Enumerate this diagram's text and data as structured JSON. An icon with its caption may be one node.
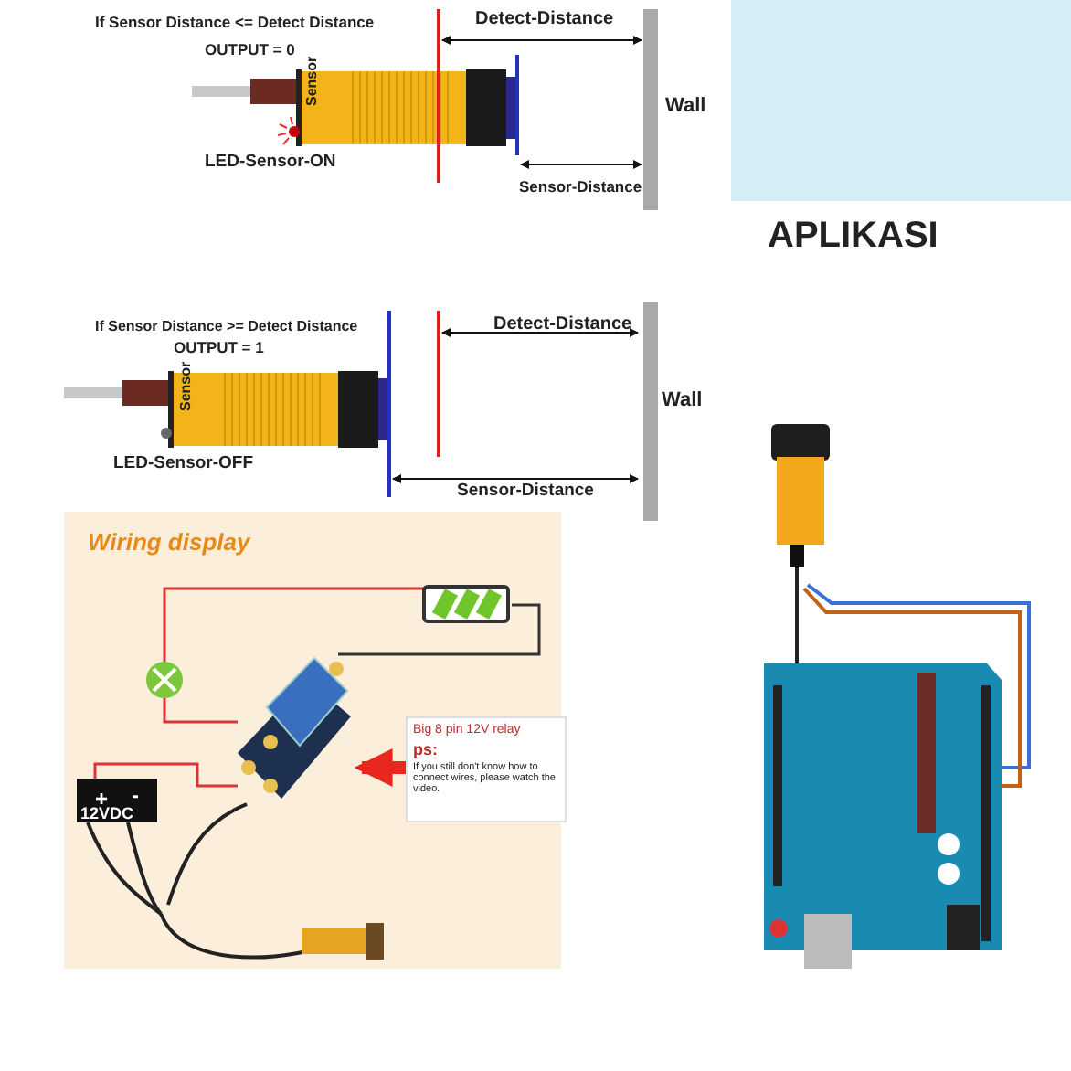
{
  "diagram": {
    "nodes": [
      {
        "text": [
          "Big 8 pin 12V relay",
          "ps:",
          "If you still don't know how to connect wires, please watch the video."
        ]
      },
      {
        "text": [],
        "shape": "picture"
      }
    ],
    "edges": [
      {
        "from": 0,
        "to": 1,
        "arrow": "to",
        "color": "#e8281e"
      }
    ],
    "labels": [
      "If Sensor Distance <= Detect Distance",
      "Detect-Distance",
      "OUTPUT = 0",
      "Sensor",
      "Wall",
      "LED-Sensor-ON",
      "Sensor-Distance",
      "APLIKASI",
      "If Sensor Distance >= Detect Distance",
      "Detect-Distance",
      "OUTPUT = 1",
      "Sensor",
      "Wall",
      "LED-Sensor-OFF",
      "Sensor-Distance",
      "Wiring display",
      "+",
      "-",
      "12VDC"
    ]
  }
}
